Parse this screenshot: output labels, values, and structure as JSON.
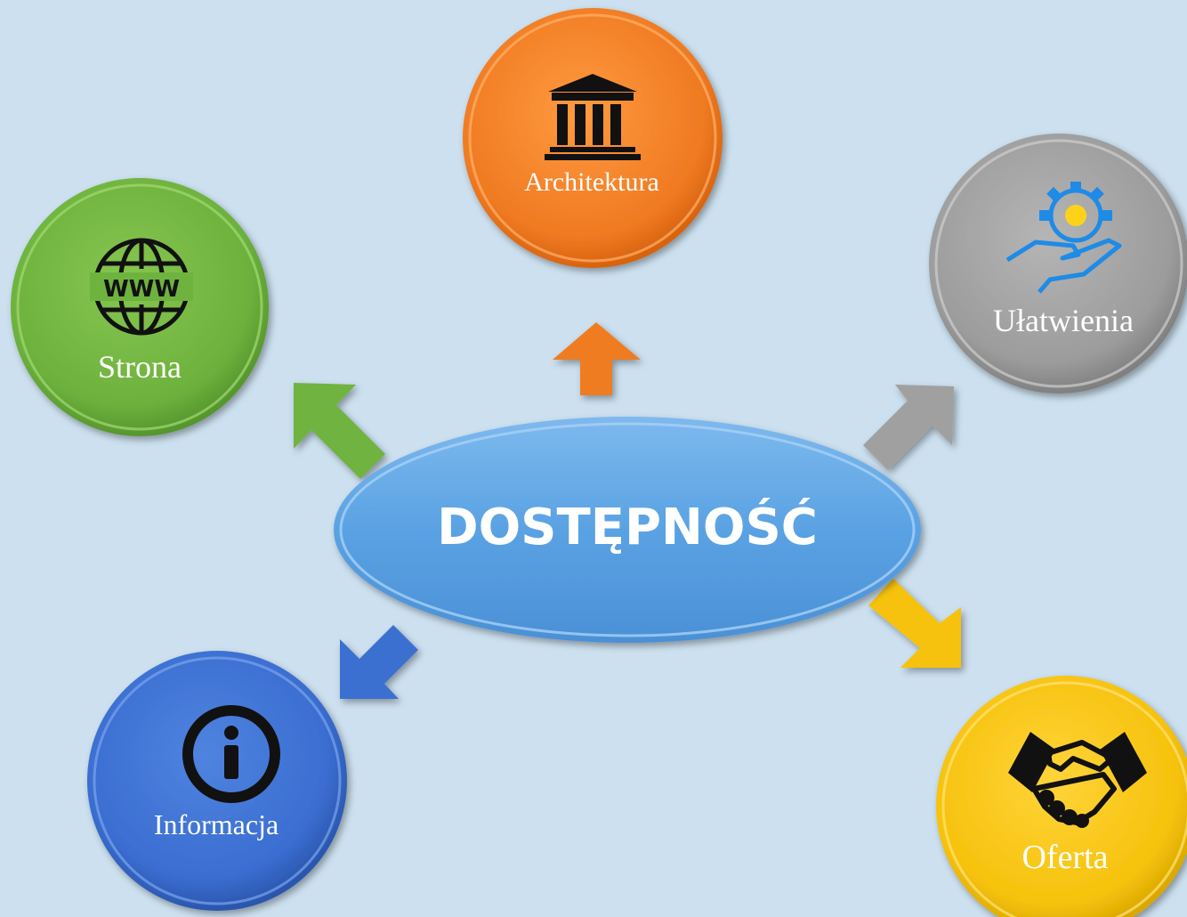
{
  "center": {
    "label": "DOSTĘPNOŚĆ",
    "color": "#5ba3e3"
  },
  "nodes": {
    "architektura": {
      "label": "Architektura",
      "color": "#f07c24",
      "icon": "building-columns-icon"
    },
    "strona": {
      "label": "Strona",
      "color": "#6fb33f",
      "icon": "globe-www-icon"
    },
    "ulatwienia": {
      "label": "Ułatwienia",
      "color": "#9e9e9e",
      "icon": "hand-gear-icon"
    },
    "informacja": {
      "label": "Informacja",
      "color": "#3b6fd1",
      "icon": "info-icon"
    },
    "oferta": {
      "label": "Oferta",
      "color": "#f6c20c",
      "icon": "handshake-icon"
    }
  }
}
